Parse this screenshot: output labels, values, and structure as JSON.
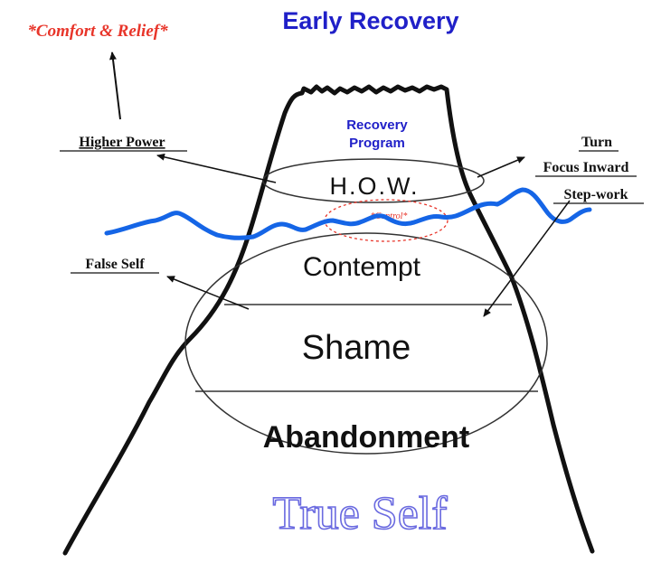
{
  "title": "Early Recovery",
  "comfort": "*Comfort & Relief*",
  "higher_power": "Higher Power",
  "recovery_program": [
    "Recovery",
    "Program"
  ],
  "how": "H.O.W.",
  "control": "*Control*",
  "turn": "Turn",
  "focus_inward": "Focus Inward",
  "step_work": "Step-work",
  "false_self": "False Self",
  "layers": [
    "Contempt",
    "Shame",
    "Abandonment"
  ],
  "true_self": "True Self",
  "colors": {
    "title": "#2020c8",
    "comfort": "#e8352a",
    "program": "#2020c8",
    "water": "#1565e6",
    "control": "#e8352a",
    "true_self_fill": "#ffffff",
    "true_self_stroke": "#6a6ae0",
    "ink": "#111111"
  }
}
